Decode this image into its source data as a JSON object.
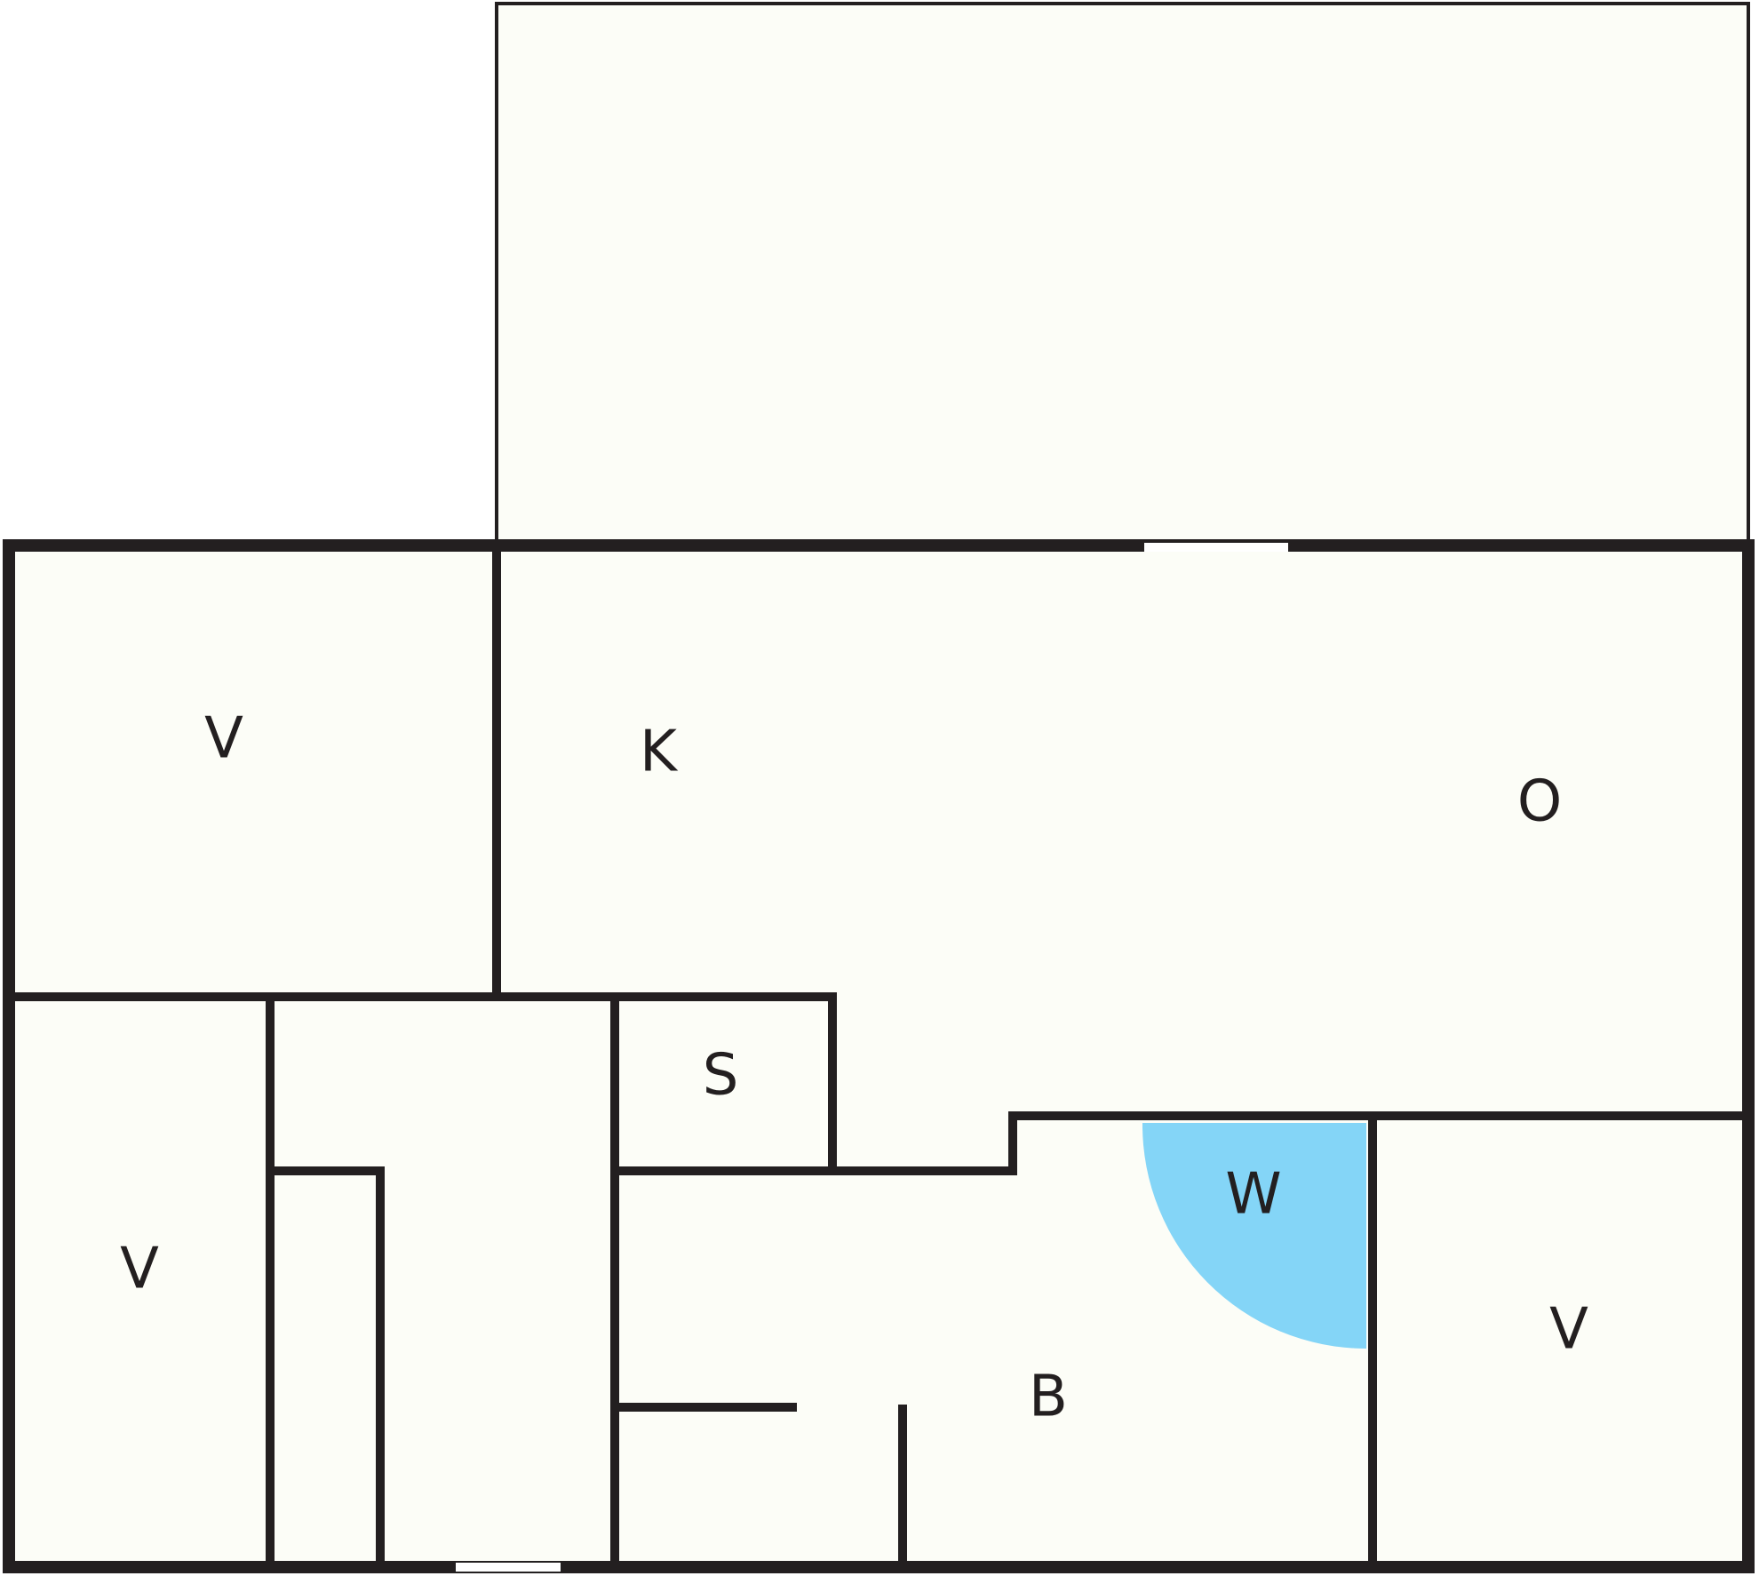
{
  "floorplan": {
    "colors": {
      "wall": "#231f20",
      "floor": "#fcfdf7",
      "wardrobe": "#84d5f7",
      "opening": "#ffffff"
    },
    "labels": {
      "room_top_left": "V",
      "kitchen": "K",
      "living": "O",
      "storage": "S",
      "room_bottom_left": "V",
      "wardrobe": "W",
      "bathroom": "B",
      "room_bottom_right": "V"
    }
  }
}
